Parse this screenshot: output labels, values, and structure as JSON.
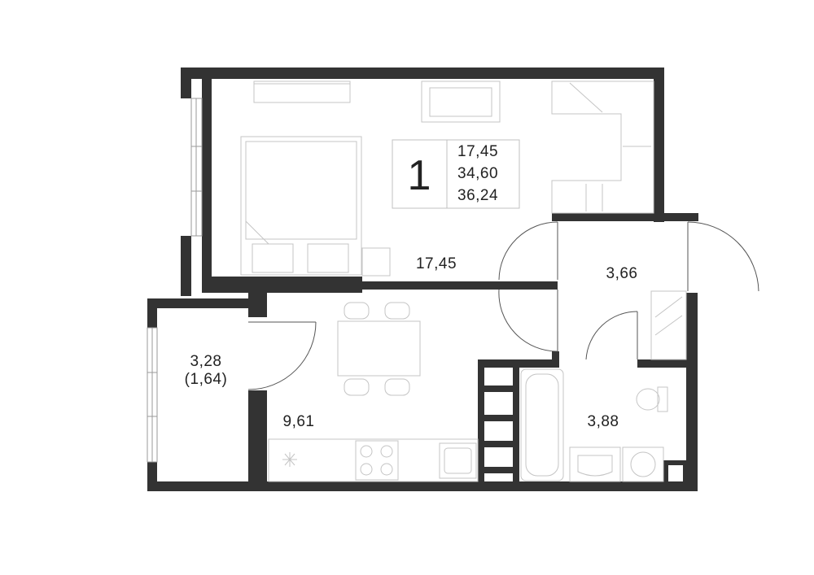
{
  "summary": {
    "rooms": "1",
    "living_area": "17,45",
    "total_area": "34,60",
    "total_area_with_balcony": "36,24"
  },
  "rooms": {
    "bedroom": "17,45",
    "hall": "3,66",
    "balcony_area": "3,28",
    "balcony_reduced": "(1,64)",
    "kitchen": "9,61",
    "bathroom": "3,88"
  }
}
